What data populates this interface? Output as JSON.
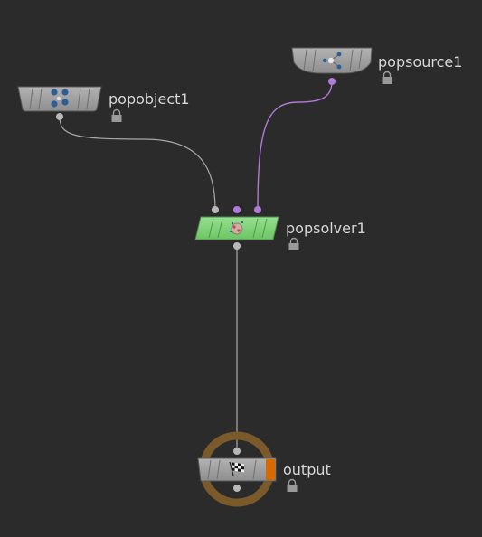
{
  "network": {
    "nodes": {
      "popobject": {
        "label": "popobject1",
        "locked": true
      },
      "popsource": {
        "label": "popsource1",
        "locked": true
      },
      "popsolver": {
        "label": "popsolver1",
        "locked": true,
        "color": "#7fd07a"
      },
      "output": {
        "label": "output",
        "locked": true,
        "flag_color": "#d56a00",
        "ring_color": "#7a5a2a"
      }
    },
    "wires": {
      "default_color": "#a8a8a8",
      "pop_color": "#b07ad8"
    },
    "node_body_color": "#9a9a9a"
  }
}
